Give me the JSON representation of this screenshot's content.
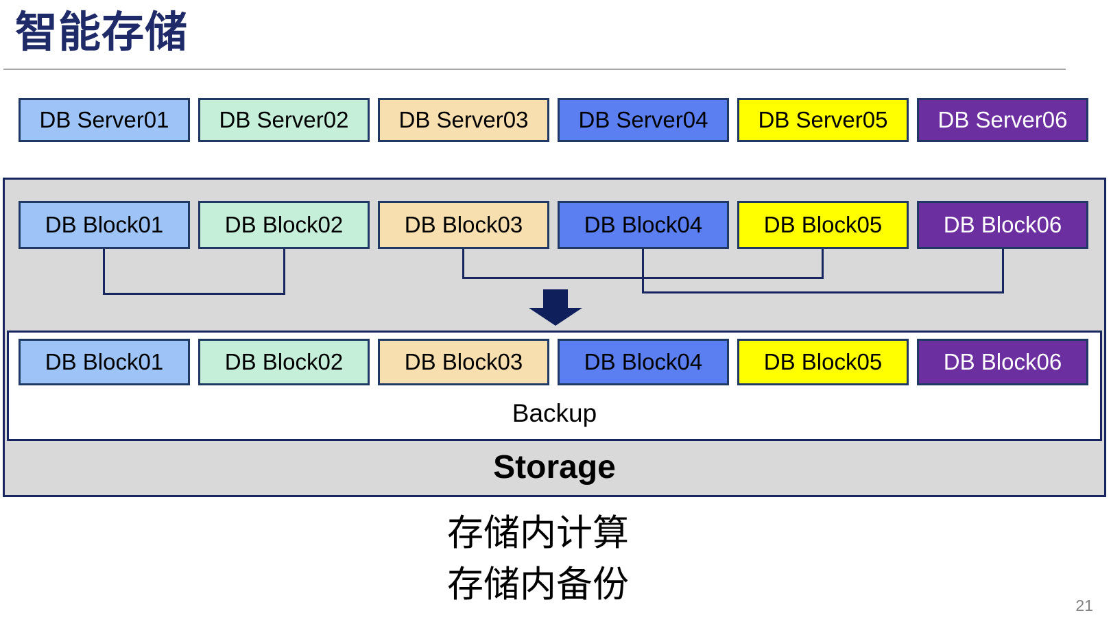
{
  "slide": {
    "title": "智能存储",
    "page_number": "21",
    "annotation_lines": [
      "存储内计算",
      "存储内备份"
    ]
  },
  "colors": {
    "title_navy": "#1F2A68",
    "connector_navy": "#17265E",
    "box_border_navy": "#1F3864",
    "arrow_navy": "#0F1F5C",
    "container_gray": "#D9D9D9",
    "divider_gray": "#A6A6A6",
    "page_number_gray": "#808080",
    "palette": [
      "#9DC3F7",
      "#C5EFD9",
      "#F8DFB0",
      "#5B7FF0",
      "#FFFF00",
      "#6B2FA0"
    ]
  },
  "servers": [
    {
      "label": "DB Server01",
      "bg": "#9DC3F7",
      "fg": "#000000"
    },
    {
      "label": "DB Server02",
      "bg": "#C5EFD9",
      "fg": "#000000"
    },
    {
      "label": "DB Server03",
      "bg": "#F8DFB0",
      "fg": "#000000"
    },
    {
      "label": "DB Server04",
      "bg": "#5B7FF0",
      "fg": "#000000"
    },
    {
      "label": "DB Server05",
      "bg": "#FFFF00",
      "fg": "#000000"
    },
    {
      "label": "DB Server06",
      "bg": "#6B2FA0",
      "fg": "#FFFFFF"
    }
  ],
  "storage": {
    "backup_label": "Backup",
    "storage_label": "Storage",
    "blocks_top": [
      {
        "label": "DB Block01",
        "bg": "#9DC3F7",
        "fg": "#000000"
      },
      {
        "label": "DB Block02",
        "bg": "#C5EFD9",
        "fg": "#000000"
      },
      {
        "label": "DB Block03",
        "bg": "#F8DFB0",
        "fg": "#000000"
      },
      {
        "label": "DB Block04",
        "bg": "#5B7FF0",
        "fg": "#000000"
      },
      {
        "label": "DB Block05",
        "bg": "#FFFF00",
        "fg": "#000000"
      },
      {
        "label": "DB Block06",
        "bg": "#6B2FA0",
        "fg": "#FFFFFF"
      }
    ],
    "blocks_bottom": [
      {
        "label": "DB Block01",
        "bg": "#9DC3F7",
        "fg": "#000000"
      },
      {
        "label": "DB Block02",
        "bg": "#C5EFD9",
        "fg": "#000000"
      },
      {
        "label": "DB Block03",
        "bg": "#F8DFB0",
        "fg": "#000000"
      },
      {
        "label": "DB Block04",
        "bg": "#5B7FF0",
        "fg": "#000000"
      },
      {
        "label": "DB Block05",
        "bg": "#FFFF00",
        "fg": "#000000"
      },
      {
        "label": "DB Block06",
        "bg": "#6B2FA0",
        "fg": "#FFFFFF"
      }
    ],
    "pairings": [
      "Block01-Block02",
      "Block03-Block05",
      "Block04-Block06"
    ]
  }
}
